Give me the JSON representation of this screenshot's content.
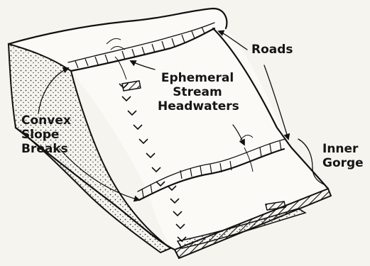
{
  "figure": {
    "labels": {
      "roads": "Roads",
      "ephemeral_stream_headwaters": "Ephemeral\nStream\nHeadwaters",
      "convex_slope_breaks": "Convex\nSlope\nBreaks",
      "inner_gorge": "Inner\nGorge"
    }
  },
  "colors": {
    "ink": "#111111",
    "paper": "#f6f4ee",
    "stipple": "#333333"
  }
}
